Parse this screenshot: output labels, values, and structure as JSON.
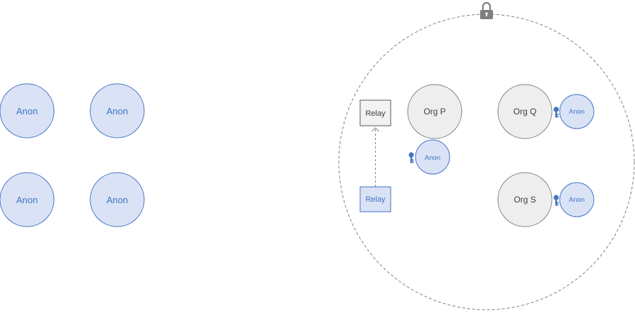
{
  "colors": {
    "anon_fill": "#d9e3f5",
    "anon_stroke": "#4472c4",
    "org_fill": "#eeeeee",
    "org_stroke": "#808080",
    "boundary": "#7f7f7f",
    "lock": "#7f7f7f"
  },
  "icons": {
    "lock": "padlock-icon",
    "key": "key-icon"
  },
  "outside": {
    "nodes": [
      {
        "label": "Anon"
      },
      {
        "label": "Anon"
      },
      {
        "label": "Anon"
      },
      {
        "label": "Anon"
      }
    ]
  },
  "enclave": {
    "relays": [
      {
        "label": "Relay"
      },
      {
        "label": "Relay"
      }
    ],
    "orgs": [
      {
        "label": "Org P",
        "anon": "Anon"
      },
      {
        "label": "Org Q",
        "anon": "Anon"
      },
      {
        "label": "Org S",
        "anon": "Anon"
      }
    ]
  }
}
